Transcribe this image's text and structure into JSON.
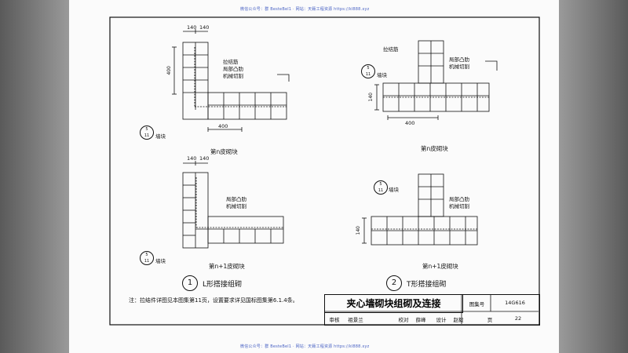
{
  "watermark": "微信公众号：群 BesteBel1 · 网站：天籁工程资源 https://kl888.xyz",
  "details": [
    {
      "number": "1",
      "title": "L形搭接组砌"
    },
    {
      "number": "2",
      "title": "T形搭接组砌"
    }
  ],
  "course_labels": {
    "n": "第n皮砌块",
    "n1": "第n+1皮砌块"
  },
  "dims": {
    "d140": "140",
    "d400": "400"
  },
  "annotations": {
    "tie_bar": "拉结筋",
    "local_bump": "局部凸肋",
    "mech_cut": "机械切割",
    "wall_block": "墙块",
    "ref_top": "5",
    "ref_bottom": "11"
  },
  "note": "注：拉结件详图见本图集第11页，设置要求详见国标图集第6.1.4条。",
  "title_block": {
    "title": "夹心墙砌块组砌及连接",
    "atlas_label": "图集号",
    "atlas_no": "14G616",
    "review_label": "审核",
    "review_name": "祖景兰",
    "check_label": "校对",
    "check_name": "薛峰",
    "design_label": "设计",
    "design_name": "赵毅",
    "page_label": "页",
    "page_no": "22"
  }
}
